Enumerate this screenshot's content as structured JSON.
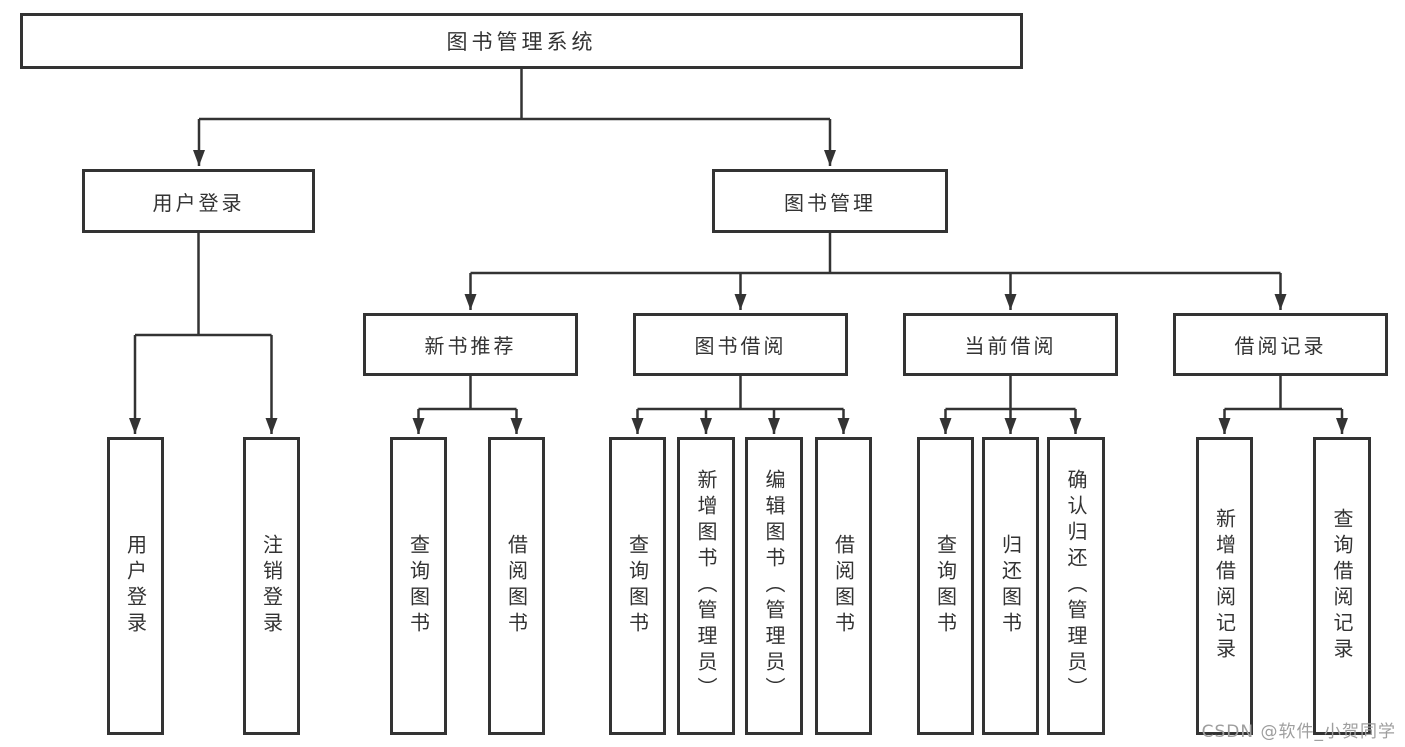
{
  "diagram": {
    "root": {
      "label": "图书管理系统"
    },
    "level2": {
      "user_login": {
        "label": "用户登录"
      },
      "book_mgmt": {
        "label": "图书管理"
      }
    },
    "level3": {
      "new_book_rec": {
        "label": "新书推荐"
      },
      "book_borrow": {
        "label": "图书借阅"
      },
      "current_borrow": {
        "label": "当前借阅"
      },
      "borrow_records": {
        "label": "借阅记录"
      }
    },
    "leaves": {
      "user_login": [
        "用户登录",
        "注销登录"
      ],
      "new_book_rec": [
        "查询图书",
        "借阅图书"
      ],
      "book_borrow": [
        "查询图书",
        "新增图书（管理员）",
        "编辑图书（管理员）",
        "借阅图书"
      ],
      "current_borrow": [
        "查询图书",
        "归还图书",
        "确认归还（管理员）"
      ],
      "borrow_records": [
        "新增借阅记录",
        "查询借阅记录"
      ]
    }
  },
  "colors": {
    "line": "#333333",
    "box_border": "#333333",
    "text": "#333333",
    "watermark": "#9e9e9e",
    "background": "#ffffff"
  },
  "watermark": {
    "text": "CSDN @软件_小贺同学"
  }
}
